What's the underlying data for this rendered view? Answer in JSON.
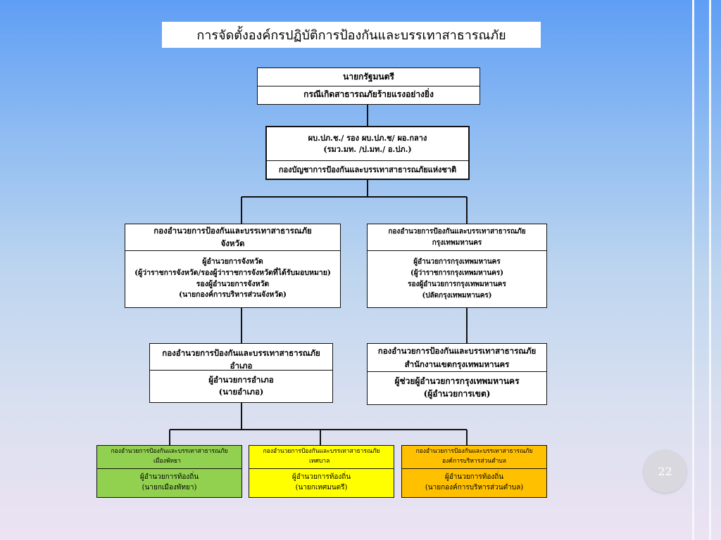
{
  "title": "การจัดตั้งองค์กรปฏิบัติการป้องกันและบรรเทาสาธารณภัย",
  "pm": {
    "line1": "นายกรัฐมนตรี",
    "line2": "กรณีเกิดสาธารณภัยร้ายแรงอย่างยิ่ง"
  },
  "national": {
    "line1": "ผบ.ปภ.ช./ รอง ผบ.ปภ.ช/ ผอ.กลาง",
    "line2": "(รมว.มท. /ป.มท./ อ.ปภ.)",
    "line3": "กองบัญชาการป้องกันและบรรเทาสาธารณภัยแห่งชาติ"
  },
  "province": {
    "header1": "กองอำนวยการป้องกันและบรรเทาสาธารณภัย",
    "header2": "จังหวัด",
    "line1": "ผู้อำนวยการจังหวัด",
    "line2": "(ผู้ว่าราชการจังหวัด/รองผู้ว่าราชการจังหวัดที่ได้รับมอบหมาย)",
    "line3": "รองผู้อำนวยการจังหวัด",
    "line4": "(นายกองค์การบริหารส่วนจังหวัด)"
  },
  "bangkok": {
    "header1": "กองอำนวยการป้องกันและบรรเทาสาธารณภัย",
    "header2": "กรุงเทพมหานคร",
    "line1": "ผู้อำนวยการกรุงเทพมหานคร",
    "line2": "(ผู้ว่าราชการกรุงเทพมหานคร)",
    "line3": "รองผู้อำนวยการกรุงเทพมหานคร",
    "line4": "(ปลัดกรุงเทพมหานคร)"
  },
  "district": {
    "header1": "กองอำนวยการป้องกันและบรรเทาสาธารณภัย",
    "header2": "อำเภอ",
    "line1": "ผู้อำนวยการอำเภอ",
    "line2": "(นายอำเภอ)"
  },
  "bkk_zone": {
    "header1": "กองอำนวยการป้องกันและบรรเทาสาธารณภัย",
    "header2": "สำนักงานเขตกรุงเทพมหานคร",
    "line1": "ผู้ช่วยผู้อำนวยการกรุงเทพมหานคร",
    "line2": "(ผู้อำนวยการเขต)"
  },
  "pattaya": {
    "header1": "กองอำนวยการป้องกันและบรรเทาสาธารณภัย",
    "header2": "เมืองพัทยา",
    "line1": "ผู้อำนวยการท้องถิ่น",
    "line2": "(นายกเมืองพัทยา)",
    "color": "#92d050"
  },
  "municipality": {
    "header1": "กองอำนวยการป้องกันและบรรเทาสาธารณภัย",
    "header2": "เทศบาล",
    "line1": "ผู้อำนวยการท้องถิ่น",
    "line2": "(นายกเทศมนตรี)",
    "color": "#ffff00"
  },
  "sao": {
    "header1": "กองอำนวยการป้องกันและบรรเทาสาธารณภัย",
    "header2": "องค์การบริหารส่วนตำบล",
    "line1": "ผู้อำนวยการท้องถิ่น",
    "line2": "(นายกองค์การบริหารส่วนตำบล)",
    "color": "#ffc000"
  },
  "page_number": "22"
}
